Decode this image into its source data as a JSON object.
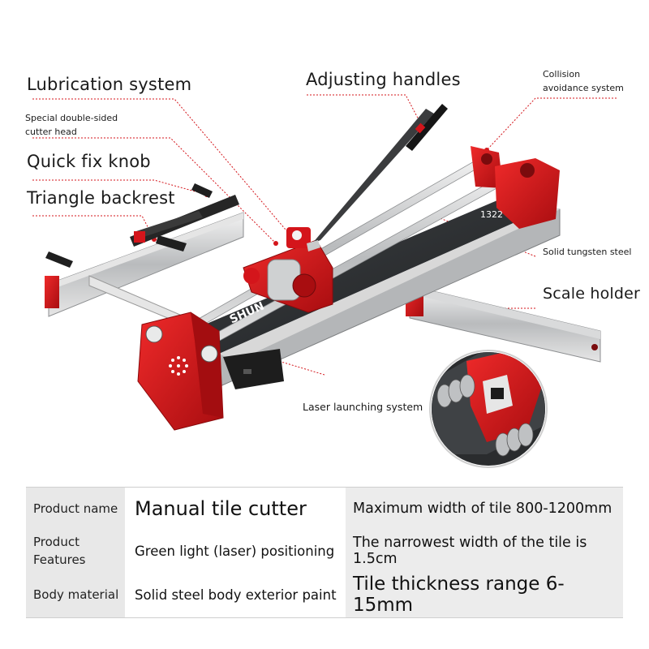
{
  "callouts": {
    "lubrication": "Lubrication system",
    "adjusting": "Adjusting handles",
    "collision": "Collision avoidance system",
    "cutter_head": "Special double-sided cutter head",
    "quick_fix": "Quick fix knob",
    "triangle": "Triangle backrest",
    "tungsten": "Solid tungsten steel",
    "scale_holder": "Scale holder",
    "laser": "Laser launching system"
  },
  "product_marks": {
    "length_mark": "1322",
    "brand_mark": "SHUN"
  },
  "specs": {
    "row1": {
      "label": "Product name",
      "value": "Manual tile cutter",
      "extra": "Maximum width of tile 800-1200mm"
    },
    "row2": {
      "label": "Product Features",
      "value": "Green light (laser) positioning",
      "extra": "The narrowest width of the tile is 1.5cm"
    },
    "row3": {
      "label": "Body material",
      "value": "Solid steel body exterior paint",
      "extra": "Tile thickness range 6-15mm"
    }
  },
  "colors": {
    "accent_red": "#d4151b",
    "callout_dot": "#d4151b",
    "rail_silver": "#c9cbcc",
    "bed_dark": "#2f3133"
  }
}
